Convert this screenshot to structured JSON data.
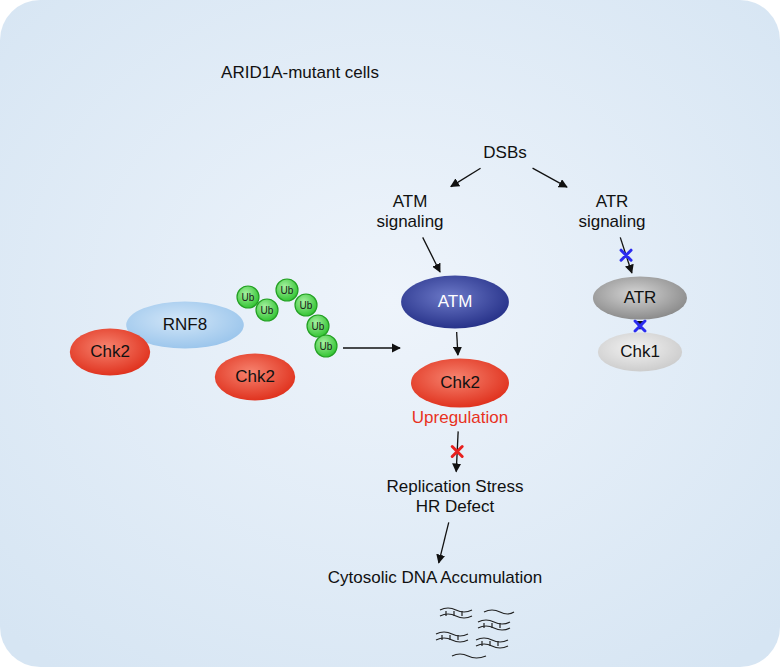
{
  "diagram": {
    "title": "ARID1A-mutant cells",
    "nodes": [
      {
        "text": [
          "DSBs"
        ]
      },
      {
        "text": [
          "ATM signaling"
        ]
      },
      {
        "text": [
          "ATR signaling"
        ]
      },
      {
        "text": [
          "RNF8"
        ]
      },
      {
        "text": [
          "ATM"
        ]
      },
      {
        "text": [
          "ATR"
        ]
      },
      {
        "text": [
          "Chk2"
        ]
      },
      {
        "text": [
          "Chk2"
        ]
      },
      {
        "text": [
          "Chk2",
          "Upregulation"
        ]
      },
      {
        "text": [
          "Chk1"
        ]
      },
      {
        "text": [
          "Replication Stress HR Defect"
        ]
      },
      {
        "text": [
          "Cytosolic DNA Accumulation"
        ]
      }
    ],
    "edges": [
      {
        "from": 0,
        "to": 1,
        "arrow": "to"
      },
      {
        "from": 0,
        "to": 2,
        "arrow": "to"
      },
      {
        "from": 1,
        "to": 4,
        "arrow": "to"
      },
      {
        "from": 2,
        "to": 5,
        "arrow": "to"
      },
      {
        "from": 4,
        "to": 8,
        "arrow": "to"
      },
      {
        "from": 5,
        "to": 9,
        "arrow": "to"
      },
      {
        "from": 8,
        "to": 10,
        "arrow": "to"
      },
      {
        "from": 10,
        "to": 11,
        "arrow": "to"
      }
    ],
    "labels": [
      "Ub",
      "Ub",
      "Ub",
      "Ub",
      "Ub",
      "Ub"
    ]
  }
}
